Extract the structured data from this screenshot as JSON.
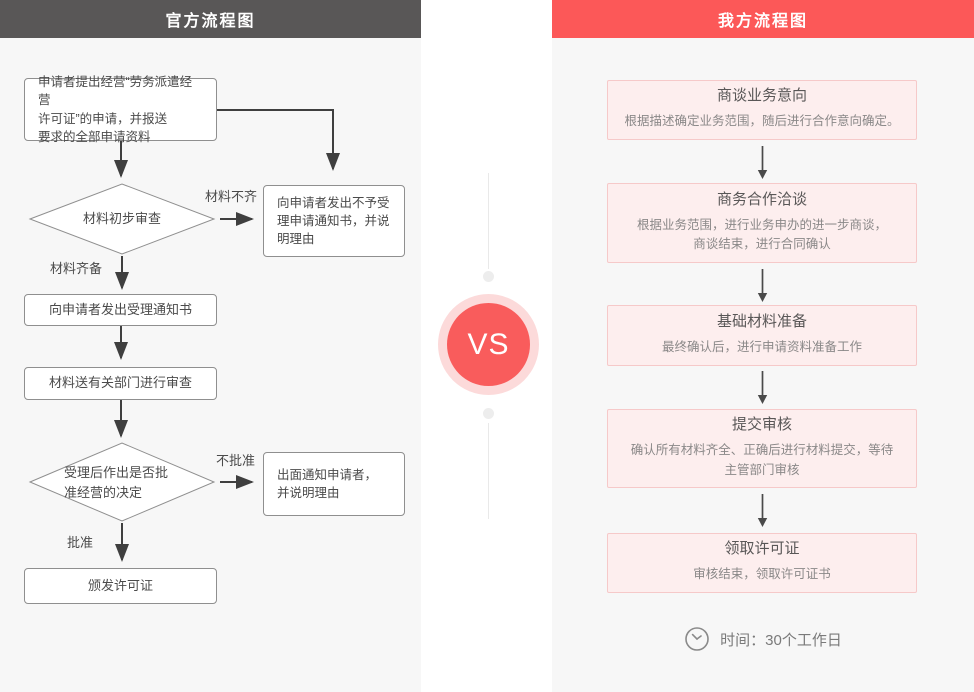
{
  "left": {
    "header": "官方流程图",
    "box_apply": "申请者提出经营“劳务派遣经营\n许可证”的申请，并报送\n要求的全部申请资料",
    "diamond_initial_review": "材料初步审查",
    "label_incomplete": "材料不齐",
    "label_complete": "材料齐备",
    "box_reject": "向申请者发出不予受\n理申请通知书，并说\n明理由",
    "box_accept_notice": "向申请者发出受理通知书",
    "box_dept_review": "材料送有关部门进行审查",
    "diamond_decision": "受理后作出是否批\n准经营的决定",
    "label_not_approved": "不批准",
    "label_approved": "批准",
    "box_notify": "出面通知申请者，\n并说明理由",
    "box_issue": "颁发许可证"
  },
  "vs_label": "VS",
  "right": {
    "header": "我方流程图",
    "steps": [
      {
        "title": "商谈业务意向",
        "desc": "根据描述确定业务范围，随后进行合作意向确定。"
      },
      {
        "title": "商务合作洽谈",
        "desc": "根据业务范围，进行业务申办的进一步商谈，\n商谈结束，进行合同确认"
      },
      {
        "title": "基础材料准备",
        "desc": "最终确认后，进行申请资料准备工作"
      },
      {
        "title": "提交审核",
        "desc": "确认所有材料齐全、正确后进行材料提交，等待\n主管部门审核"
      },
      {
        "title": "领取许可证",
        "desc": "审核结束，领取许可证书"
      }
    ],
    "time_note": "时间：30个工作日"
  },
  "colors": {
    "left_header_bg": "#595757",
    "right_header_bg": "#fc5858",
    "vs_inner": "#f95c5c",
    "vs_ring": "#fcdada",
    "pink_box_bg": "#fdeeee",
    "pink_box_border": "#f6c9c9",
    "panel_bg": "#f7f7f7",
    "arrow": "#3f3f3f"
  }
}
